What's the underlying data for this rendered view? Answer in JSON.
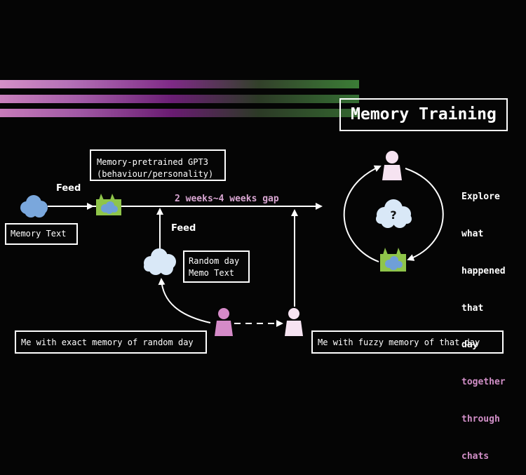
{
  "title": "Memory Training",
  "boxes": {
    "gpt": "Memory-pretrained GPT3\n(behaviour/personality)",
    "memory_text": "Memory Text",
    "random_day": "Random day\nMemo Text",
    "exact_memory": "Me with exact memory of random day",
    "fuzzy_memory": "Me with fuzzy memory of that day"
  },
  "labels": {
    "feed_1": "Feed",
    "feed_2": "Feed",
    "gap": "2 weeks~4 weeks gap",
    "cloud_question": "?"
  },
  "explore": {
    "white_lines": [
      "Explore",
      "what",
      "happened",
      "that",
      "day"
    ],
    "pink_lines": [
      "together",
      "through",
      "chats"
    ]
  },
  "colors": {
    "background": "#050505",
    "cloud_blue": "#7aa7dc",
    "cloud_light": "#d9e8f7",
    "model_green": "#8fc54a",
    "person_pink": "#d58ac8",
    "person_light": "#f6e3f1",
    "text_pink": "#d18fc7"
  },
  "icons": [
    "cloud-icon",
    "model-icon",
    "person-icon",
    "question-cloud-icon"
  ]
}
